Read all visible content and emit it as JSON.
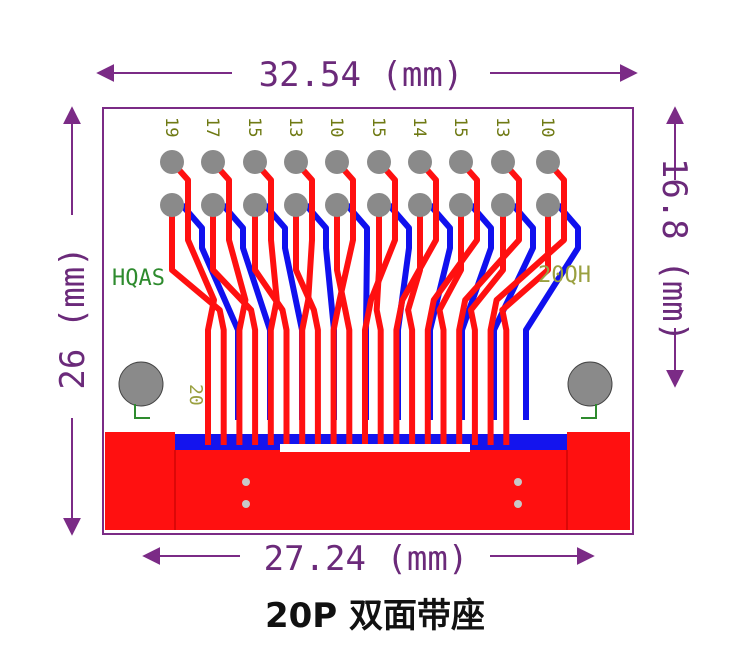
{
  "dimensions": {
    "top": "32.54 (mm)",
    "bottom": "27.24 (mm)",
    "left": "26 (mm)",
    "right": "16.8 (mm)"
  },
  "pin_labels": [
    "19",
    "17",
    "15",
    "13",
    "10",
    "15",
    "14",
    "15",
    "13",
    "10"
  ],
  "silk": {
    "left_brand": "HQAS",
    "right_brand": "20QH",
    "pin20_label": "20"
  },
  "colors": {
    "dimension": "#7b2b86",
    "top_copper": "#ff1010",
    "bottom_copper": "#1010ee",
    "pad": "#8a8a8a",
    "silkscreen": "#2e8b2e",
    "board_outline": "#7b2b86"
  },
  "caption": "20P 双面带座"
}
